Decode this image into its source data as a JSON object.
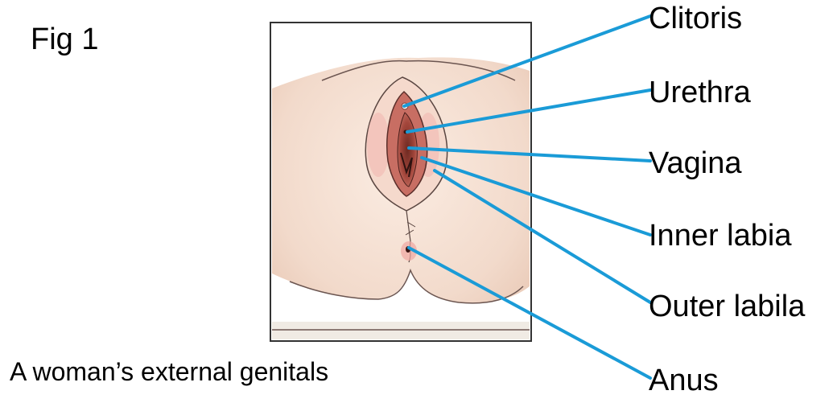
{
  "figure": {
    "label": "Fig 1",
    "caption": "A woman’s external genitals"
  },
  "labels": {
    "clitoris": "Clitoris",
    "urethra": "Urethra",
    "vagina": "Vagina",
    "inner_labia": "Inner labia",
    "outer_labia": "Outer labila",
    "anus": "Anus"
  },
  "colors": {
    "leader_line": "#1a9bd7",
    "frame": "#333333",
    "skin": "#f3ddd0",
    "tissue": "#b5544a"
  }
}
